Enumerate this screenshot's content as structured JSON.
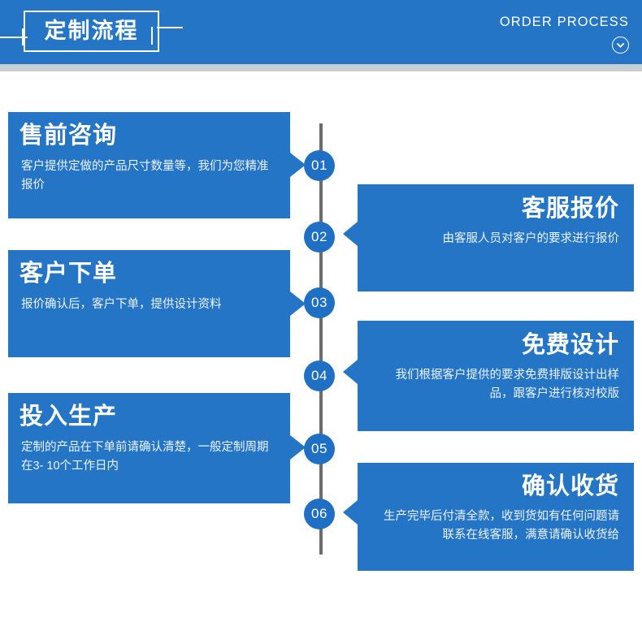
{
  "header": {
    "title": "定制流程",
    "subtitle_en": "ORDER PROCESS",
    "chevron_icon": "chevron-down-circle-icon",
    "bg_color": "#2575c7",
    "divider_color": "#c9ced2"
  },
  "timeline": {
    "line_color": "#6d6d6d",
    "badge_color": "#1f6fc4",
    "badge_text_color": "#ffffff"
  },
  "steps": [
    {
      "number": "01",
      "side": "left",
      "title": "售前咨询",
      "desc": "客户提供定做的产品尺寸数量等，我们为您精准报价"
    },
    {
      "number": "02",
      "side": "right",
      "title": "客服报价",
      "desc": "由客服人员对客户的要求进行报价"
    },
    {
      "number": "03",
      "side": "left",
      "title": "客户下单",
      "desc": "报价确认后，客户下单，提供设计资料"
    },
    {
      "number": "04",
      "side": "right",
      "title": "免费设计",
      "desc": "我们根据客户提供的要求免费排版设计出样品，跟客户进行核对校版"
    },
    {
      "number": "05",
      "side": "left",
      "title": "投入生产",
      "desc": "定制的产品在下单前请确认清楚，一般定制周期在3- 10个工作日内"
    },
    {
      "number": "06",
      "side": "right",
      "title": "确认收货",
      "desc": "生产完毕后付清全款，收到货如有任何问题请联系在线客服，满意请确认收货给"
    }
  ]
}
